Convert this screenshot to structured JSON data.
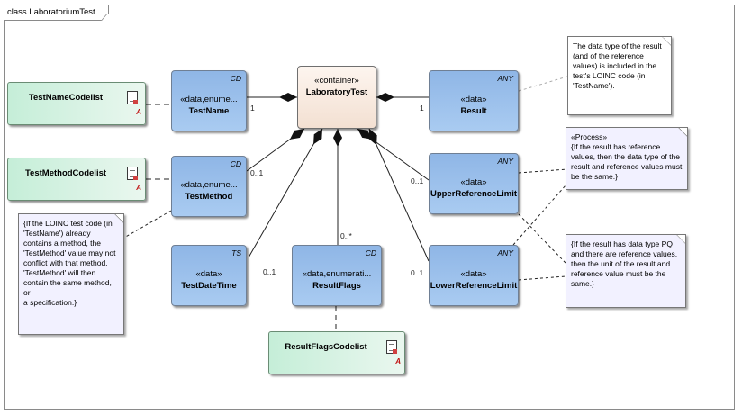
{
  "diagram_title": "class LaboratoriumTest",
  "container": {
    "stereotype": "«container»",
    "name": "LaboratoryTest"
  },
  "classes": {
    "test_name": {
      "stereotype": "«data,enume...",
      "name": "TestName",
      "type": "CD"
    },
    "test_method": {
      "stereotype": "«data,enume...",
      "name": "TestMethod",
      "type": "CD"
    },
    "test_date_time": {
      "stereotype": "«data»",
      "name": "TestDateTime",
      "type": "TS"
    },
    "result_flags": {
      "stereotype": "«data,enumerati...",
      "name": "ResultFlags",
      "type": "CD"
    },
    "result": {
      "stereotype": "«data»",
      "name": "Result",
      "type": "ANY"
    },
    "upper_reference_limit": {
      "stereotype": "«data»",
      "name": "UpperReferenceLimit",
      "type": "ANY"
    },
    "lower_reference_limit": {
      "stereotype": "«data»",
      "name": "LowerReferenceLimit",
      "type": "ANY"
    }
  },
  "codelists": {
    "test_name": {
      "name": "TestNameCodelist",
      "badge": "A"
    },
    "test_method": {
      "name": "TestMethodCodelist",
      "badge": "A"
    },
    "result_flags": {
      "name": "ResultFlagsCodelist",
      "badge": "A"
    }
  },
  "multiplicities": {
    "test_name": "1",
    "test_method": "0..1",
    "test_date_time": "0..1",
    "result_flags": "0..*",
    "result": "1",
    "upper_reference_limit": "0..1",
    "lower_reference_limit": "0..1"
  },
  "notes": {
    "result_type": "The data type of the result\n(and of the reference\nvalues) is included in the\ntest's LOINC code (in\n'TestName').",
    "process": "«Process»\n{If the result has reference\nvalues, then the data type of the\nresult and reference values must\nbe the same.}",
    "pq_unit": "{If the result has data type PQ\nand there are reference values,\nthen the unit of the result and\nreference value must be the\nsame.}",
    "method": "{If the LOINC test code (in\n'TestName') already\ncontains a method, the\n'TestMethod' value may not\nconflict with that method.\n'TestMethod' will then\ncontain the same method, or\na specification.}"
  },
  "colors": {
    "class_fill": "#a9cbf1",
    "container_fill": "#f3e0d2",
    "codelist_fill": "#c5eed8",
    "note_lavender": "#f2f1ff"
  }
}
